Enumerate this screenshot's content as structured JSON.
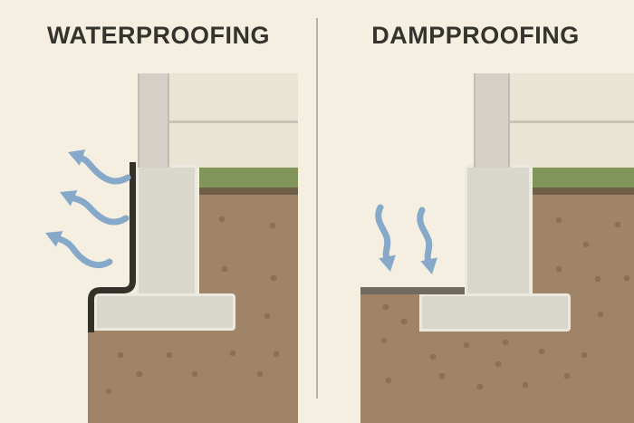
{
  "panels": {
    "left": {
      "title": "WATERPROOFING",
      "arrow_icon": "wavy-arrows-pointing-left",
      "arrow_count": 3
    },
    "right": {
      "title": "DAMPPROOFING",
      "arrow_icon": "wavy-arrows-pointing-down",
      "arrow_count": 2
    }
  },
  "colors": {
    "background": "#f5efe1",
    "title_text": "#34332d",
    "divider": "#b7b1a4",
    "wall": "#d4d0c7",
    "wall_edge": "#c1bcb1",
    "floor_panel": "#eae4d4",
    "floor_line": "#c8c2b5",
    "grass": "#81945a",
    "subsoil": "#6f5e48",
    "soil": "#a08468",
    "soil_dot": "#876a4e",
    "concrete": "#d9d6cc",
    "concrete_edge": "#eae8df",
    "membrane": "#33312a",
    "damp_coating": "#6f6a5d",
    "arrow": "#87a9c9"
  }
}
